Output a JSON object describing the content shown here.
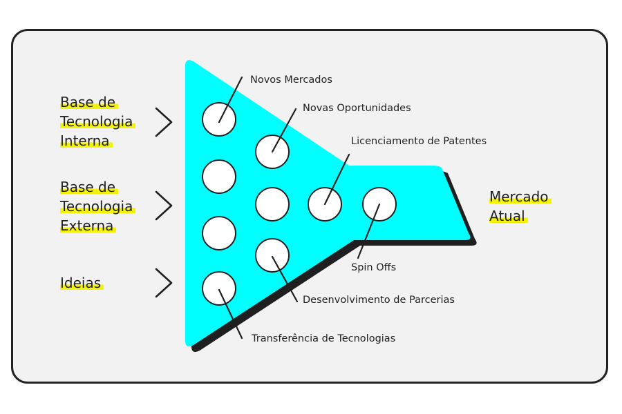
{
  "colors": {
    "funnel_fill": "#00ffff",
    "funnel_shadow": "#1f1f1f",
    "highlight": "#f5f20a",
    "stroke": "#1f1f1f",
    "card_background": "#f2f2f2",
    "hole_fill": "#ffffff"
  },
  "inputs": [
    {
      "lines": [
        "Base de",
        "Tecnologia",
        "Interna"
      ]
    },
    {
      "lines": [
        "Base de",
        "Tecnologia",
        "Externa"
      ]
    },
    {
      "lines": [
        "Ideias"
      ]
    }
  ],
  "output": {
    "lines": [
      "Mercado",
      "Atual"
    ]
  },
  "callouts": {
    "novos_mercados": "Novos Mercados",
    "novas_oportunidades": "Novas Oportunidades",
    "licenciamento": "Licenciamento de Patentes",
    "spin_offs": "Spin Offs",
    "desenvolvimento": "Desenvolvimento de Parcerias",
    "transferencia": "Transferência de Tecnologias"
  },
  "icons": {
    "input_arrow": "chevron-right-icon"
  }
}
